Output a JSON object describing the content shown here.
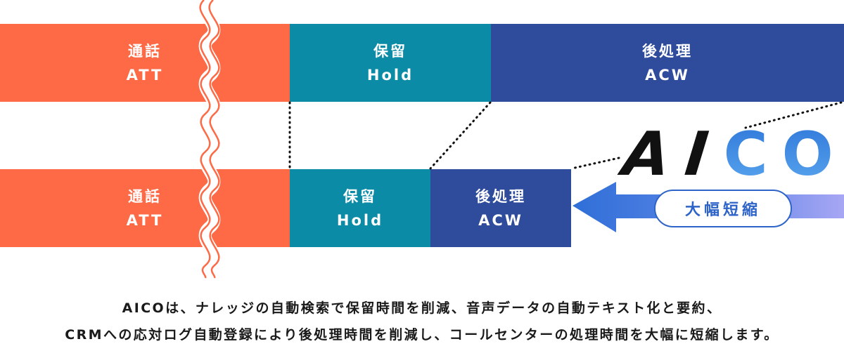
{
  "diagram": {
    "before": {
      "segments": [
        {
          "label_ja": "通話",
          "label_en": "ATT"
        },
        {
          "label_ja": "保留",
          "label_en": "Hold"
        },
        {
          "label_ja": "後処理",
          "label_en": "ACW"
        }
      ]
    },
    "after": {
      "segments": [
        {
          "label_ja": "通話",
          "label_en": "ATT"
        },
        {
          "label_ja": "保留",
          "label_en": "Hold"
        },
        {
          "label_ja": "後処理",
          "label_en": "ACW"
        }
      ]
    },
    "logo": {
      "part1": "AI",
      "part2": "CO"
    },
    "badge": "大幅短縮",
    "colors": {
      "att": "#fd6a45",
      "hold": "#0b8ba6",
      "acw": "#2e4b9c",
      "accent": "#2e64c8"
    }
  },
  "caption": {
    "line1": "AICOは、ナレッジの自動検索で保留時間を削減、音声データの自動テキスト化と要約、",
    "line2": "CRMへの応対ログ自動登録により後処理時間を削減し、コールセンターの処理時間を大幅に短縮します。"
  }
}
